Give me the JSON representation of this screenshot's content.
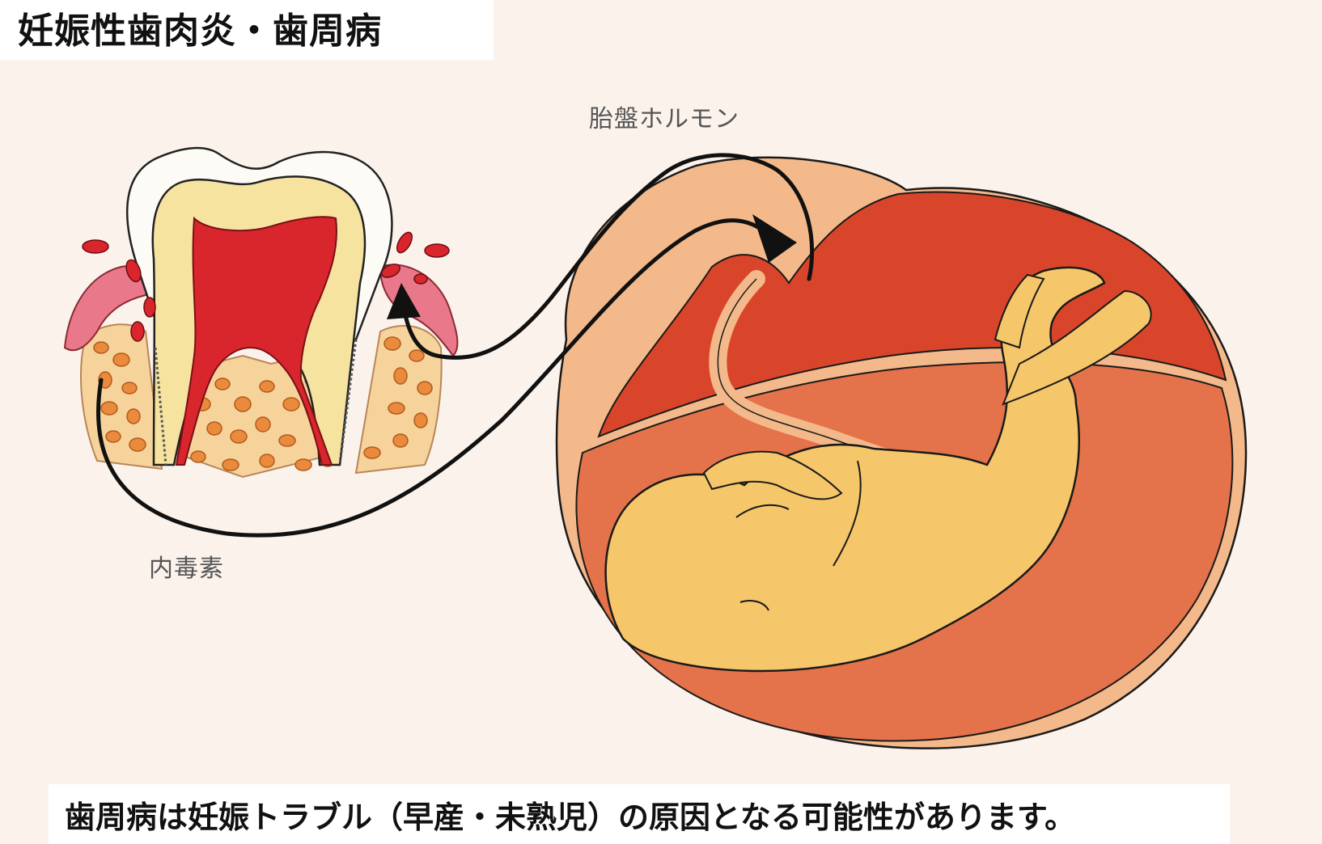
{
  "title": "妊娠性歯肉炎・歯周病",
  "labels": {
    "placental_hormone": "胎盤ホルモン",
    "endotoxin": "内毒素"
  },
  "caption": "歯周病は妊娠トラブル（早産・未熟児）の原因となる可能性があります。",
  "colors": {
    "background": "#fbf2ec",
    "pulp_red": "#d8262c",
    "dentin_yellow": "#f7e3a0",
    "bone_orange": "#e98a3c",
    "uterus_red": "#d9532e",
    "fetus_yellow": "#f5c66a",
    "gum_pink": "#e9788a"
  }
}
